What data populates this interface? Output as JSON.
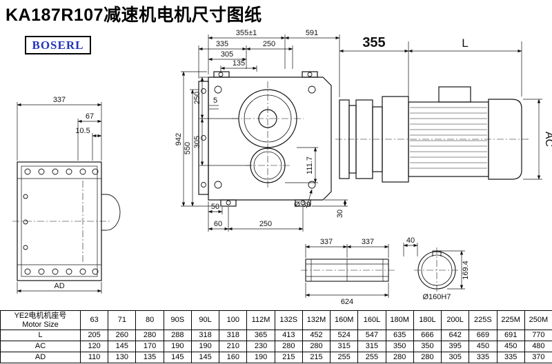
{
  "title": "KA187R107减速机电机尺寸图纸",
  "logo": {
    "text": "BOSERL"
  },
  "dims": {
    "left_337": "337",
    "left_67": "67",
    "left_10_5": "10.5",
    "left_AD": "AD",
    "front_355_tol": "355±1",
    "front_591": "591",
    "front_335": "335",
    "front_250_top": "250",
    "front_305_top": "305",
    "front_135": "135",
    "front_942": "942",
    "front_550": "550",
    "front_250_left": "250",
    "front_5": "5",
    "front_305_left": "305",
    "front_111_7": "111.7",
    "front_50_bottom": "50",
    "front_60_bottom": "60",
    "front_250_bottom": "250",
    "front_dia_39": "Ø 39",
    "front_30_bottom": "30",
    "motor_355": "355",
    "motor_L": "L",
    "motor_AC": "AC",
    "shaft_337_left": "337",
    "shaft_337_right": "337",
    "shaft_40": "40",
    "shaft_624": "624",
    "bore_169_4": "169.4",
    "bore_dia": "Ø160H7"
  },
  "table": {
    "header_cn": "YE2电机机座号",
    "header_en": "Motor Size",
    "columns": [
      "63",
      "71",
      "80",
      "90S",
      "90L",
      "100",
      "112M",
      "132S",
      "132M",
      "160M",
      "160L",
      "180M",
      "180L",
      "200L",
      "225S",
      "225M",
      "250M"
    ],
    "rows": [
      {
        "label": "L",
        "values": [
          "205",
          "260",
          "280",
          "288",
          "318",
          "318",
          "365",
          "413",
          "452",
          "524",
          "547",
          "635",
          "666",
          "642",
          "669",
          "691",
          "770"
        ]
      },
      {
        "label": "AC",
        "values": [
          "120",
          "145",
          "170",
          "190",
          "190",
          "210",
          "230",
          "280",
          "280",
          "315",
          "315",
          "350",
          "350",
          "395",
          "450",
          "450",
          "480"
        ]
      },
      {
        "label": "AD",
        "values": [
          "110",
          "130",
          "135",
          "145",
          "145",
          "160",
          "190",
          "215",
          "215",
          "255",
          "255",
          "280",
          "280",
          "305",
          "335",
          "335",
          "370"
        ]
      }
    ]
  }
}
